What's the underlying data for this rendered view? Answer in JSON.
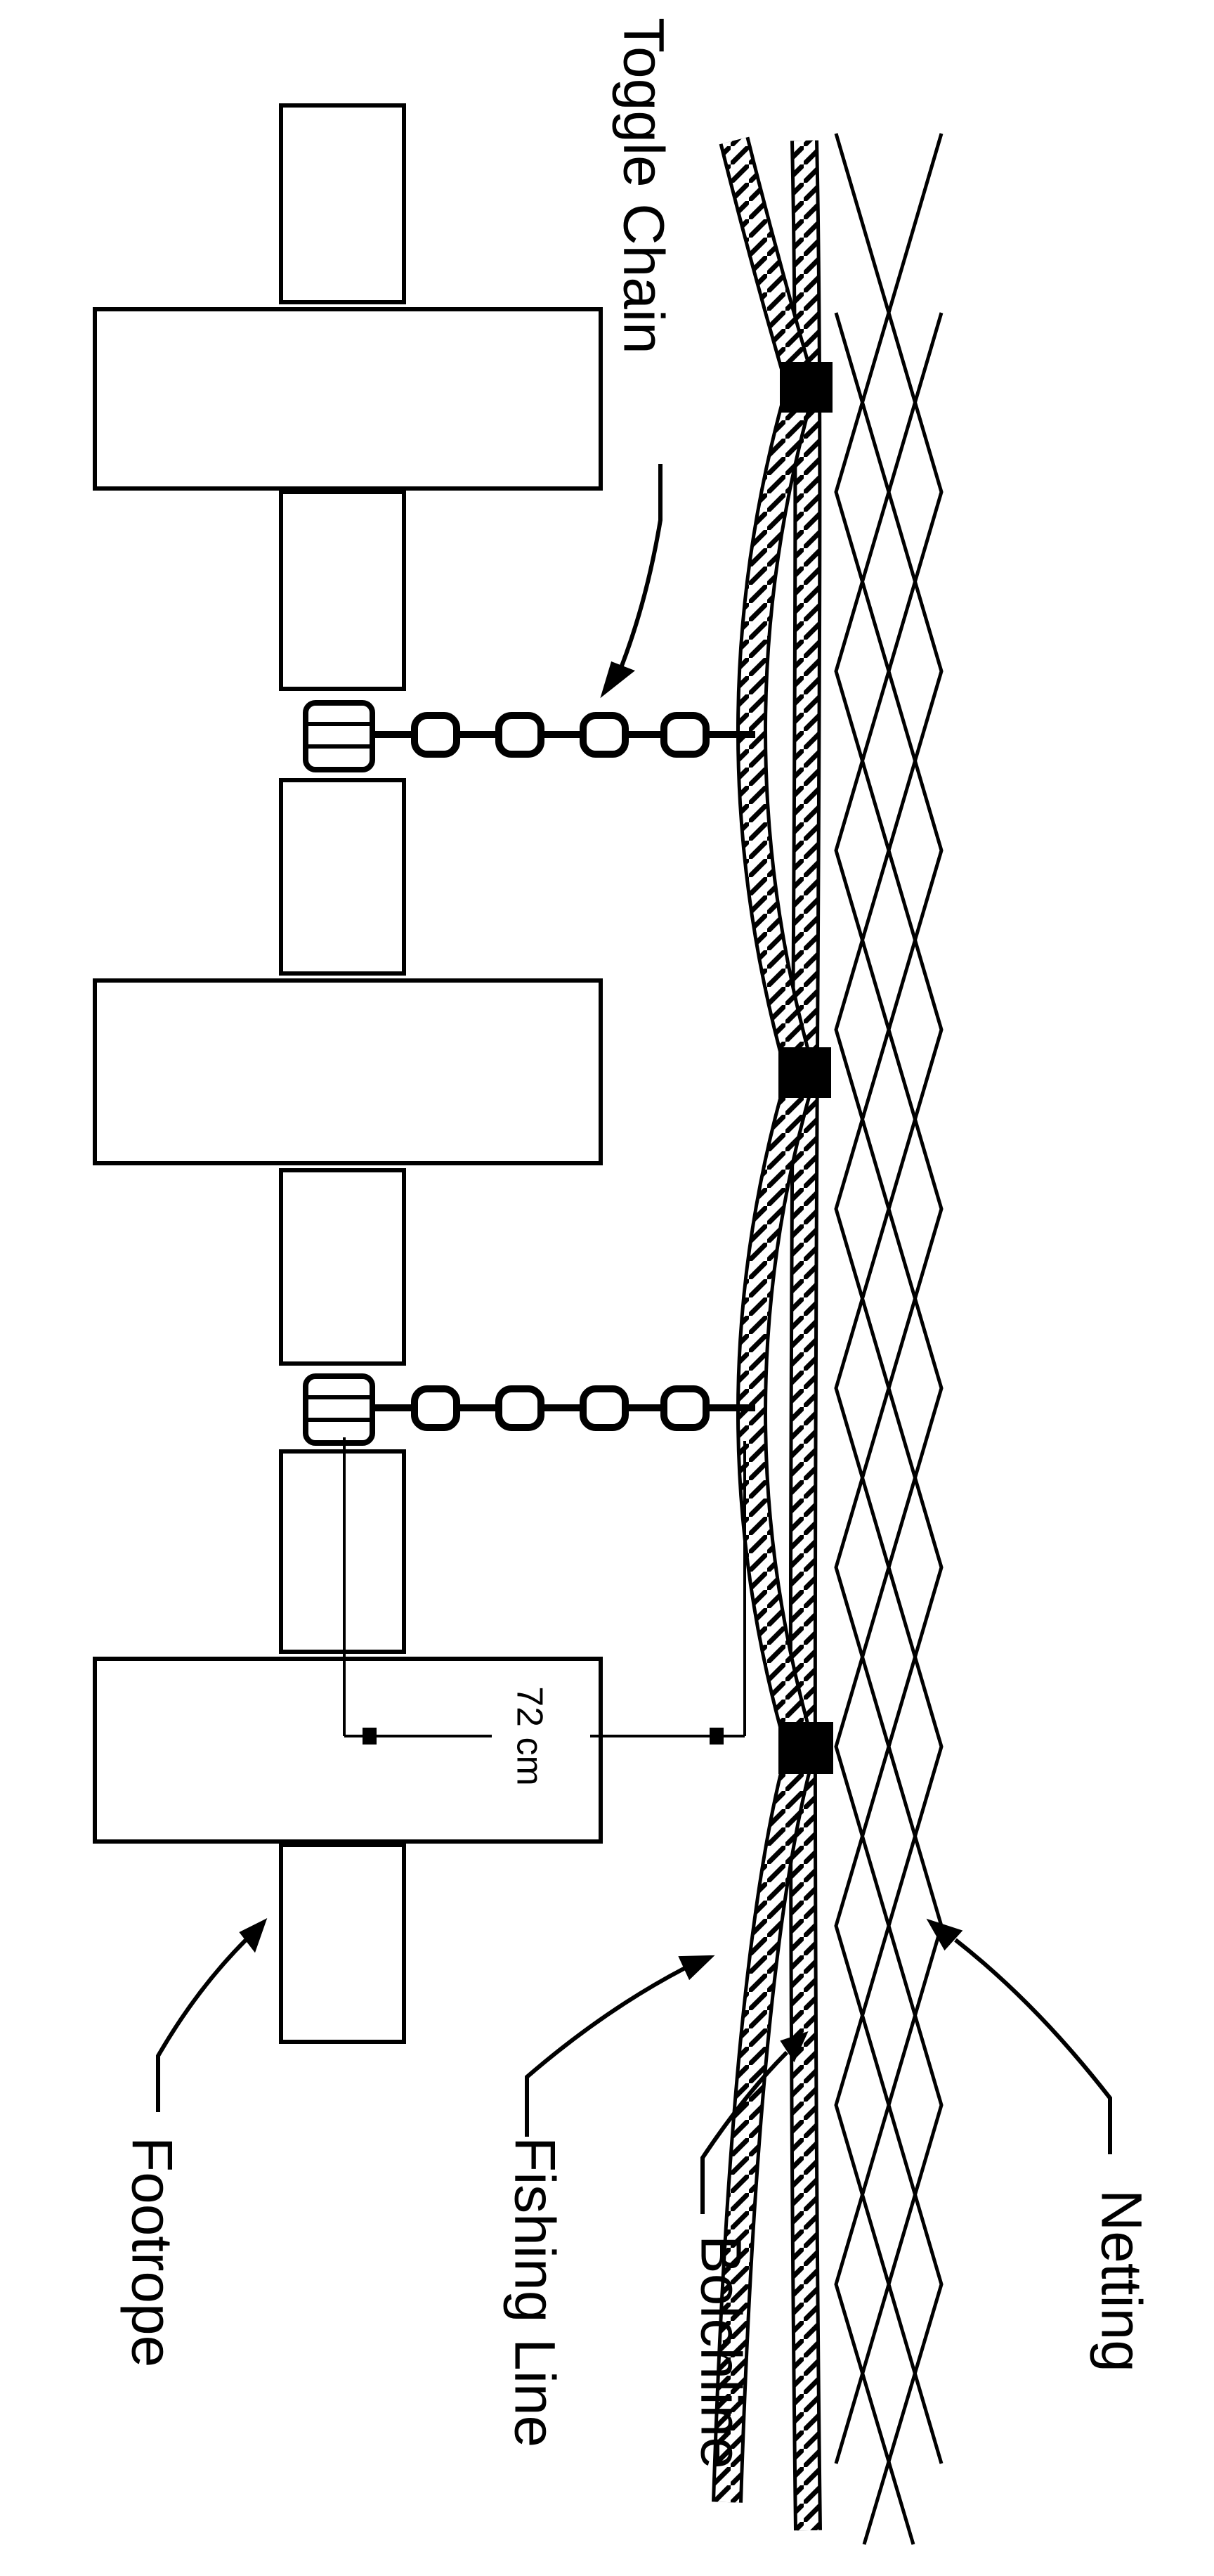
{
  "labels": {
    "toggle_chain": "Toggle Chain",
    "footrope": "Footrope",
    "fishing_line": "Fishing Line",
    "bolchline": "Bolchline",
    "netting": "Netting",
    "measurement": "72 cm"
  },
  "colors": {
    "ink": "#000000",
    "background": "#ffffff"
  }
}
